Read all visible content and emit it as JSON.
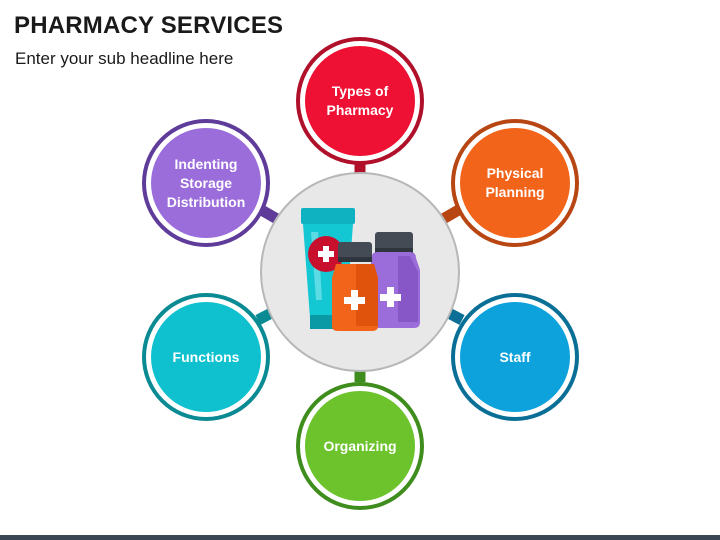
{
  "title": "PHARMACY SERVICES",
  "subtitle": "Enter your sub headline here",
  "nodes": [
    {
      "label": "Types of Pharmacy",
      "color": "#ee1133",
      "ring": "#b0102a"
    },
    {
      "label": "Physical Planning",
      "color": "#f26419",
      "ring": "#b84613"
    },
    {
      "label": "Staff",
      "color": "#0da2dc",
      "ring": "#0a6f96"
    },
    {
      "label": "Organizing",
      "color": "#6cc32b",
      "ring": "#3f8d1c"
    },
    {
      "label": "Functions",
      "color": "#0fc1cf",
      "ring": "#0a8a93"
    },
    {
      "label": "Indenting Storage Distribution",
      "color": "#9b6ddb",
      "ring": "#5f3b9a"
    }
  ],
  "center": {
    "icon": "medicine-bottles-icon",
    "circle_color": "#e8e8e8",
    "border_color": "#b7b7b7"
  }
}
